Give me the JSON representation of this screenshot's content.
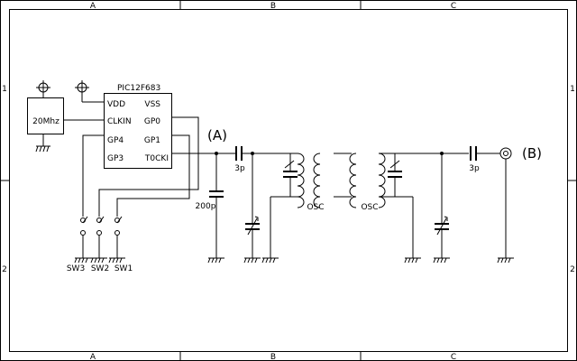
{
  "border": {
    "columns": [
      "A",
      "B",
      "C"
    ],
    "rows": [
      "1",
      "2"
    ]
  },
  "chip": {
    "name": "PIC12F683",
    "pins_left": [
      "VDD",
      "CLKIN",
      "GP4",
      "GP3"
    ],
    "pins_right": [
      "VSS",
      "GP0",
      "GP1",
      "T0CKI"
    ]
  },
  "crystal": {
    "label": "20Mhz"
  },
  "components": {
    "cap_series_1": "3p",
    "cap_series_2": "3p",
    "cap_shunt": "200p",
    "osc_1": "OSC",
    "osc_2": "OSC"
  },
  "switches": [
    "SW3",
    "SW2",
    "SW1"
  ],
  "nodes": {
    "a": "(A)",
    "b": "(B)"
  }
}
